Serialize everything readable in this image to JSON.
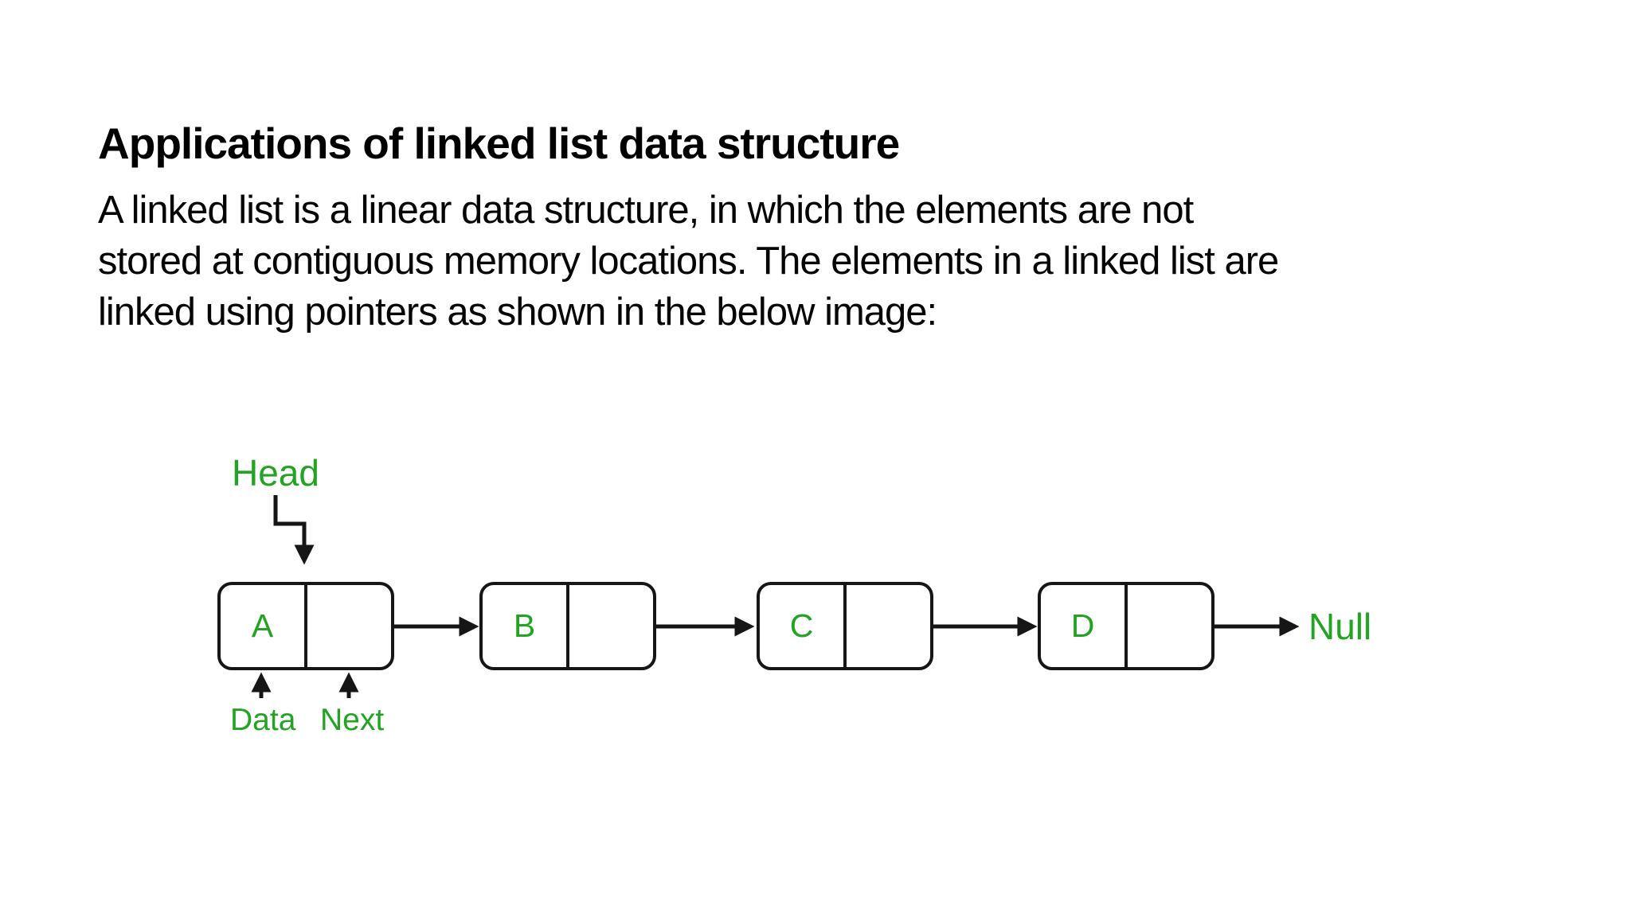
{
  "title": "Applications of linked list data structure",
  "paragraph": {
    "lines": [
      "A linked list is a linear data structure, in which the elements are not",
      "stored at contiguous memory locations. The elements in a linked list are",
      "linked using pointers as shown in the below image:"
    ]
  },
  "diagram": {
    "head_label": "Head",
    "null_label": "Null",
    "data_label": "Data",
    "next_label": "Next",
    "nodes": [
      {
        "data": "A"
      },
      {
        "data": "B"
      },
      {
        "data": "C"
      },
      {
        "data": "D"
      }
    ],
    "colors": {
      "label_green": "#22a422",
      "line_black": "#161616"
    }
  }
}
